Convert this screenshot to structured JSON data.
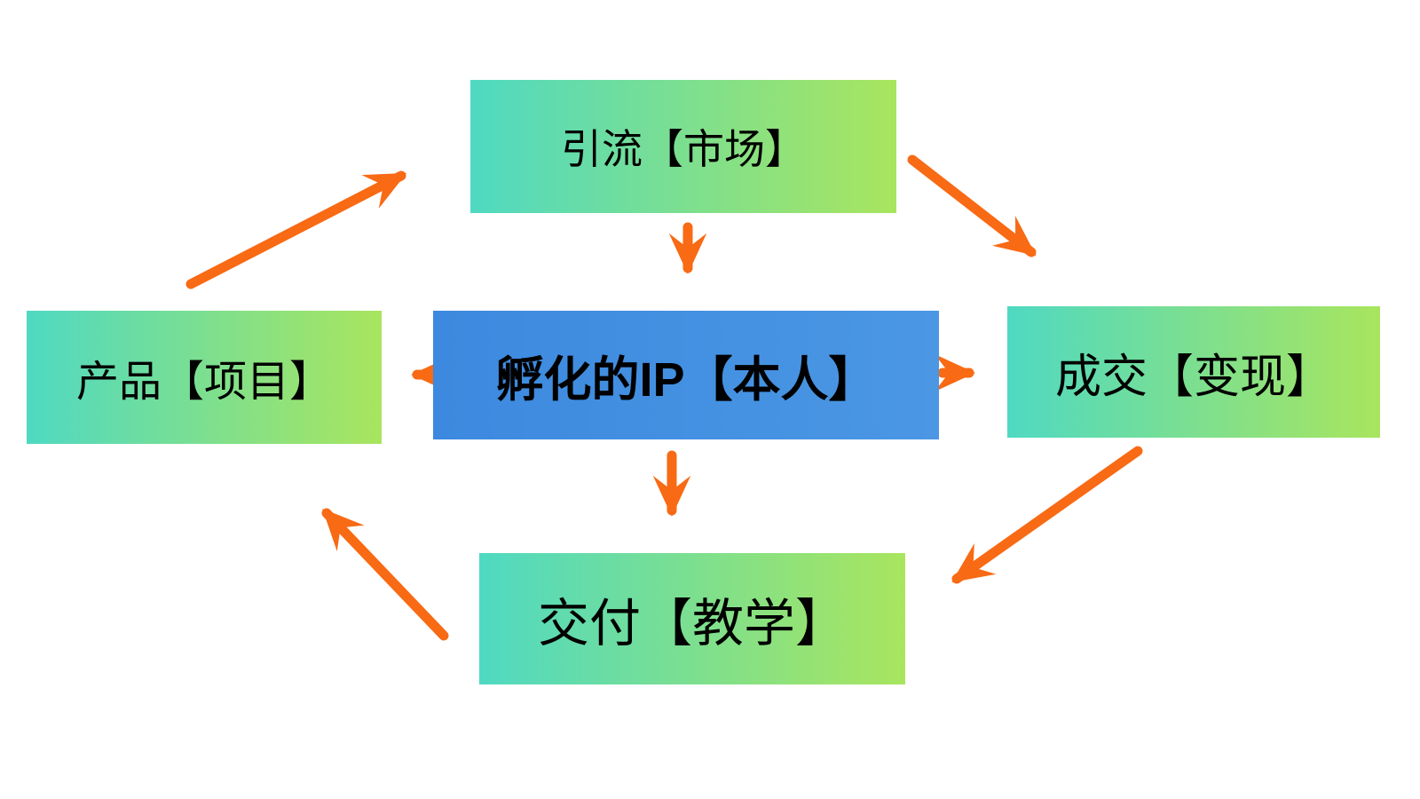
{
  "diagram": {
    "title": "IP incubation loop diagram",
    "nodes": {
      "traffic": {
        "label": "引流【市场】"
      },
      "ip": {
        "label": "孵化的IP【本人】"
      },
      "product": {
        "label": "产品【项目】"
      },
      "deal": {
        "label": "成交【变现】"
      },
      "delivery": {
        "label": "交付【教学】"
      }
    },
    "edges": [
      {
        "from": "product",
        "to": "traffic"
      },
      {
        "from": "traffic",
        "to": "ip"
      },
      {
        "from": "traffic",
        "to": "deal"
      },
      {
        "from": "ip",
        "to": "product"
      },
      {
        "from": "ip",
        "to": "deal"
      },
      {
        "from": "ip",
        "to": "delivery"
      },
      {
        "from": "deal",
        "to": "delivery"
      },
      {
        "from": "delivery",
        "to": "product"
      }
    ],
    "colors": {
      "node_gradient_start": "#4fd9c2",
      "node_gradient_end": "#a9e55e",
      "center_gradient_start": "#3c89df",
      "center_gradient_end": "#4b97e4",
      "arrow": "#f86a14",
      "text": "#000000",
      "background": "#ffffff"
    }
  }
}
